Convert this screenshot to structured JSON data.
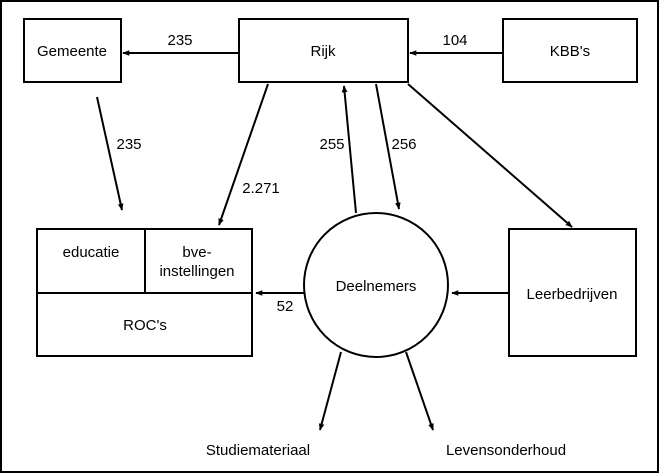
{
  "nodes": {
    "gemeente": "Gemeente",
    "rijk": "Rijk",
    "kbbs": "KBB's",
    "educatie": "educatie",
    "bve_line1": "bve-",
    "bve_line2": "instellingen",
    "rocs": "ROC's",
    "deelnemers": "Deelnemers",
    "leerbedrijven": "Leerbedrijven",
    "studiemateriaal": "Studiemateriaal",
    "levensonderhoud": "Levensonderhoud"
  },
  "flows": {
    "rijk_to_gemeente": "235",
    "kbbs_to_rijk": "104",
    "gemeente_to_rocs": "235",
    "rijk_to_bve": "2.271",
    "deelnemers_to_rijk": "255",
    "rijk_to_deelnemers": "256",
    "deelnemers_to_rocs": "52"
  }
}
